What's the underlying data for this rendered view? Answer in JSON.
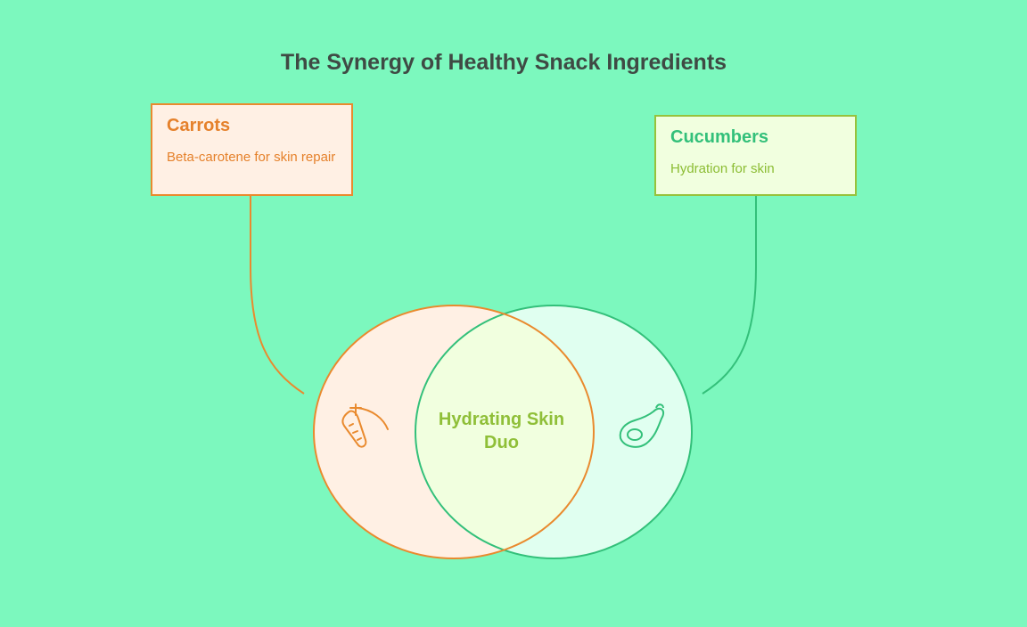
{
  "title": "The Synergy of Healthy Snack Ingredients",
  "sets": [
    {
      "label": "Carrots",
      "description": "Beta-carotene for skin repair",
      "icon": "carrot-icon",
      "color": "#e98a2e",
      "fill": "#fff0e4"
    },
    {
      "label": "Cucumbers",
      "description": "Hydration for skin",
      "icon": "avocado-icon",
      "color": "#33c07a",
      "fill": "#e0fff0"
    }
  ],
  "intersection": {
    "label": "Hydrating Skin Duo",
    "fill": "#f1ffdf"
  }
}
